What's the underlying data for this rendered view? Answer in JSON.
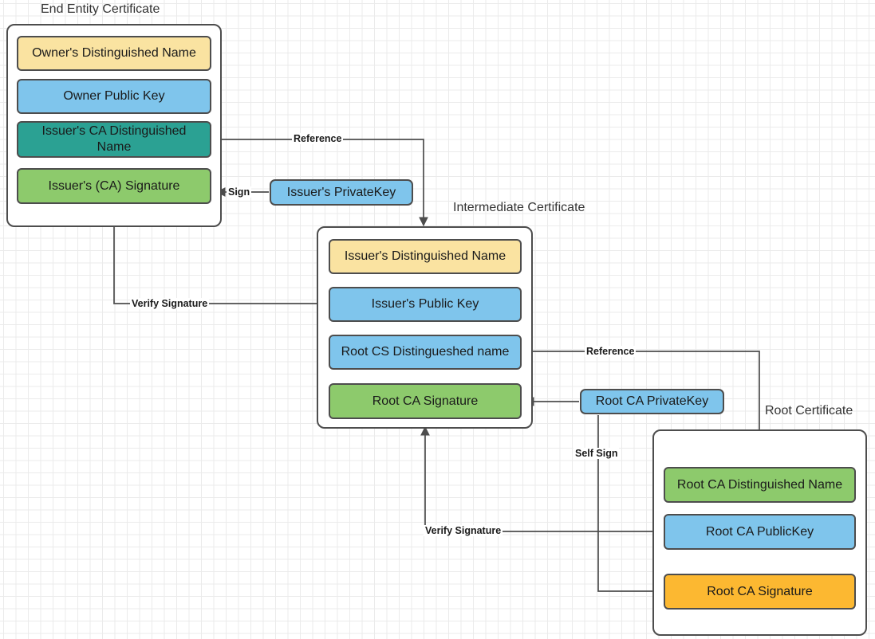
{
  "diagram": {
    "title_hidden": "",
    "groups": [
      {
        "id": "end-entity",
        "title": "End Entity Certificate",
        "fields": [
          {
            "label": "Owner's Distinguished Name",
            "color": "#fae3a1"
          },
          {
            "label": "Owner Public  Key",
            "color": "#7fc5ec"
          },
          {
            "label": "Issuer's CA Distinguished Name",
            "color": "#2ba193"
          },
          {
            "label": "Issuer's (CA) Signature",
            "color": "#8dca6c"
          }
        ]
      },
      {
        "id": "intermediate",
        "title": "Intermediate Certificate",
        "fields": [
          {
            "label": "Issuer's Distinguished Name",
            "color": "#fae3a1"
          },
          {
            "label": "Issuer's Public  Key",
            "color": "#7fc5ec"
          },
          {
            "label": "Root CS Distingueshed name",
            "color": "#7fc5ec"
          },
          {
            "label": "Root CA Signature",
            "color": "#8dca6c"
          }
        ]
      },
      {
        "id": "root",
        "title": "Root Certificate",
        "fields": [
          {
            "label": "Root CA Distinguished Name",
            "color": "#8dca6c"
          },
          {
            "label": "Root CA PublicKey",
            "color": "#7fc5ec"
          },
          {
            "label": "Root CA Signature",
            "color": "#fcb831"
          }
        ]
      }
    ],
    "keys": [
      {
        "id": "issuer-private-key",
        "label": "Issuer's PrivateKey",
        "color": "#7fc5ec"
      },
      {
        "id": "root-ca-private-key",
        "label": "Root CA PrivateKey",
        "color": "#7fc5ec"
      }
    ],
    "edge_labels": {
      "reference_top": "Reference",
      "sign": "Sign",
      "verify_signature_top": "Verify Signature",
      "reference_bottom": "Reference",
      "self_sign": "Self Sign",
      "verify_signature_bottom": "Verify Signature"
    },
    "colors": {
      "yellow": "#fae3a1",
      "blue": "#7fc5ec",
      "teal": "#2ba193",
      "green": "#8dca6c",
      "orange": "#fcb831",
      "stroke": "#4d4d4d",
      "text": "#1a1a1a",
      "grid_minor": "#ebebeb",
      "grid_major": "#d6d6d6",
      "background": "#ffffff"
    }
  }
}
